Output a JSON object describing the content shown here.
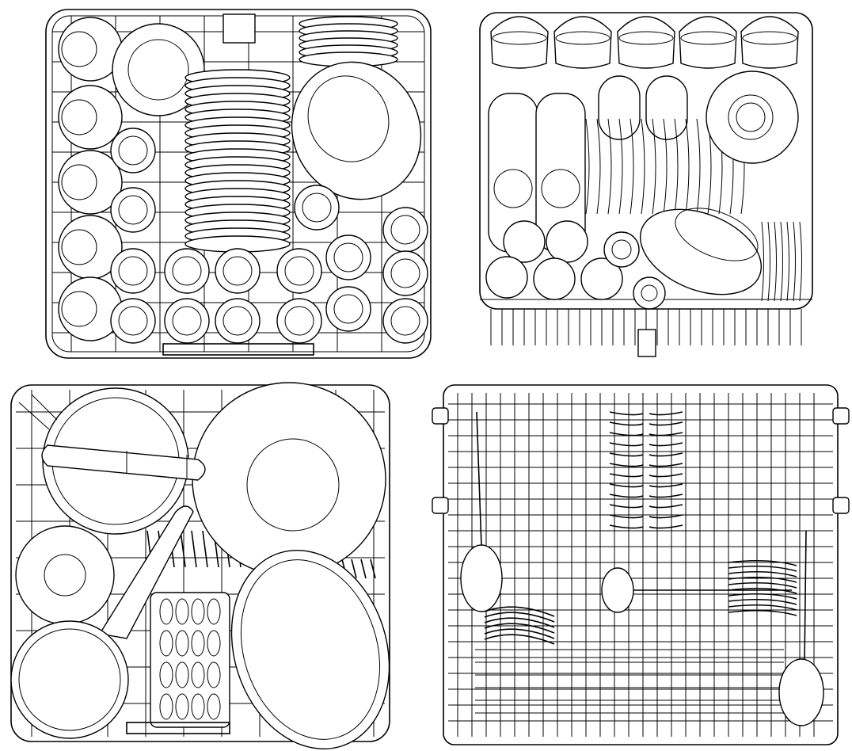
{
  "panels": [
    {
      "id": "upper-basket-dinnerware",
      "icon": "dishwasher-lower-basket-plates-bowls"
    },
    {
      "id": "upper-basket-cups-glasses",
      "icon": "dishwasher-upper-basket-cups-glasses"
    },
    {
      "id": "lower-basket-pots-pans",
      "icon": "dishwasher-lower-basket-pots-pans"
    },
    {
      "id": "cutlery-rack",
      "icon": "dishwasher-third-rack-cutlery"
    }
  ],
  "colors": {
    "line": "#000000",
    "background": "#ffffff"
  }
}
